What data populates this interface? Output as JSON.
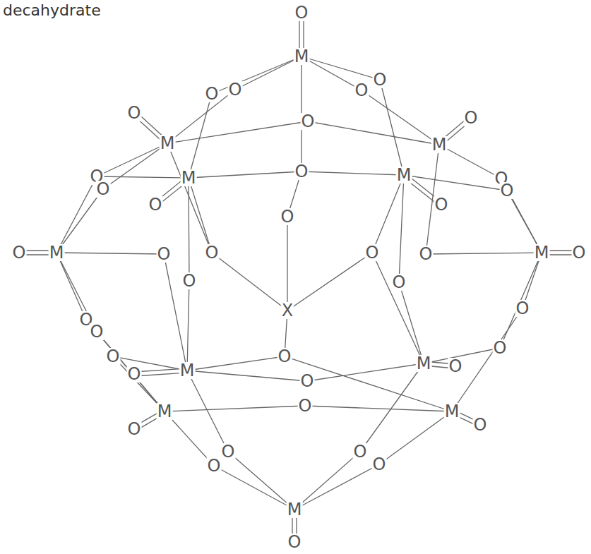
{
  "diagram": {
    "title": "decahydrate",
    "labels": [
      "O",
      "M",
      "O",
      "O",
      "O",
      "O",
      "O",
      "O",
      "M",
      "M",
      "O",
      "O",
      "O",
      "M",
      "O",
      "O",
      "M",
      "O",
      "O",
      "O",
      "O",
      "O",
      "M",
      "O",
      "O",
      "X",
      "O",
      "O",
      "M",
      "O",
      "O",
      "O",
      "O",
      "O",
      "O",
      "O",
      "O",
      "O",
      "O",
      "M",
      "O",
      "M",
      "O",
      "O",
      "M",
      "O",
      "M",
      "O",
      "O",
      "O",
      "O",
      "O",
      "M",
      "O"
    ]
  }
}
